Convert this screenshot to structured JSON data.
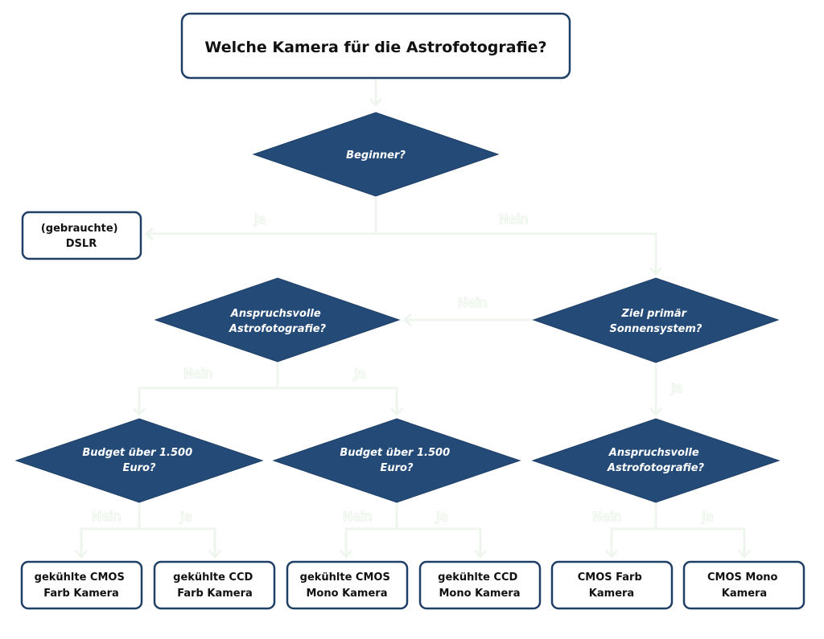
{
  "title": "Welche Kamera für die Astrofotografie?",
  "questions": {
    "beginner": "Beginner?",
    "ziel": [
      "Ziel primär",
      "Sonnensystem?"
    ],
    "anspruch_left": [
      "Anspruchsvolle",
      "Astrofotografie?"
    ],
    "anspruch_right": [
      "Anspruchsvolle",
      "Astrofotografie?"
    ],
    "budget_left": [
      "Budget über 1.500",
      "Euro?"
    ],
    "budget_mid": [
      "Budget über 1.500",
      "Euro?"
    ]
  },
  "results": {
    "dslr": [
      "(gebrauchte)",
      "DSLR"
    ],
    "cmos_farb_cooled": [
      "gekühlte CMOS",
      "Farb Kamera"
    ],
    "ccd_farb_cooled": [
      "gekühlte CCD",
      "Farb Kamera"
    ],
    "cmos_mono_cooled": [
      "gekühlte CMOS",
      "Mono Kamera"
    ],
    "ccd_mono_cooled": [
      "gekühlte CCD",
      "Mono Kamera"
    ],
    "cmos_farb": [
      "CMOS Farb",
      "Kamera"
    ],
    "cmos_mono": [
      "CMOS Mono",
      "Kamera"
    ]
  },
  "edges": {
    "beginner_ja": "Ja",
    "beginner_nein": "Nein",
    "ziel_nein": "Nein",
    "anspruch_left_nein": "Nein",
    "anspruch_left_ja": "Ja",
    "ziel_ja": "Ja",
    "budget_left_nein": "Nein",
    "budget_left_ja": "Ja",
    "budget_mid_nein": "Nein",
    "budget_mid_ja": "Ja",
    "anspruch_right_nein": "Nein",
    "anspruch_right_ja": "Ja"
  }
}
